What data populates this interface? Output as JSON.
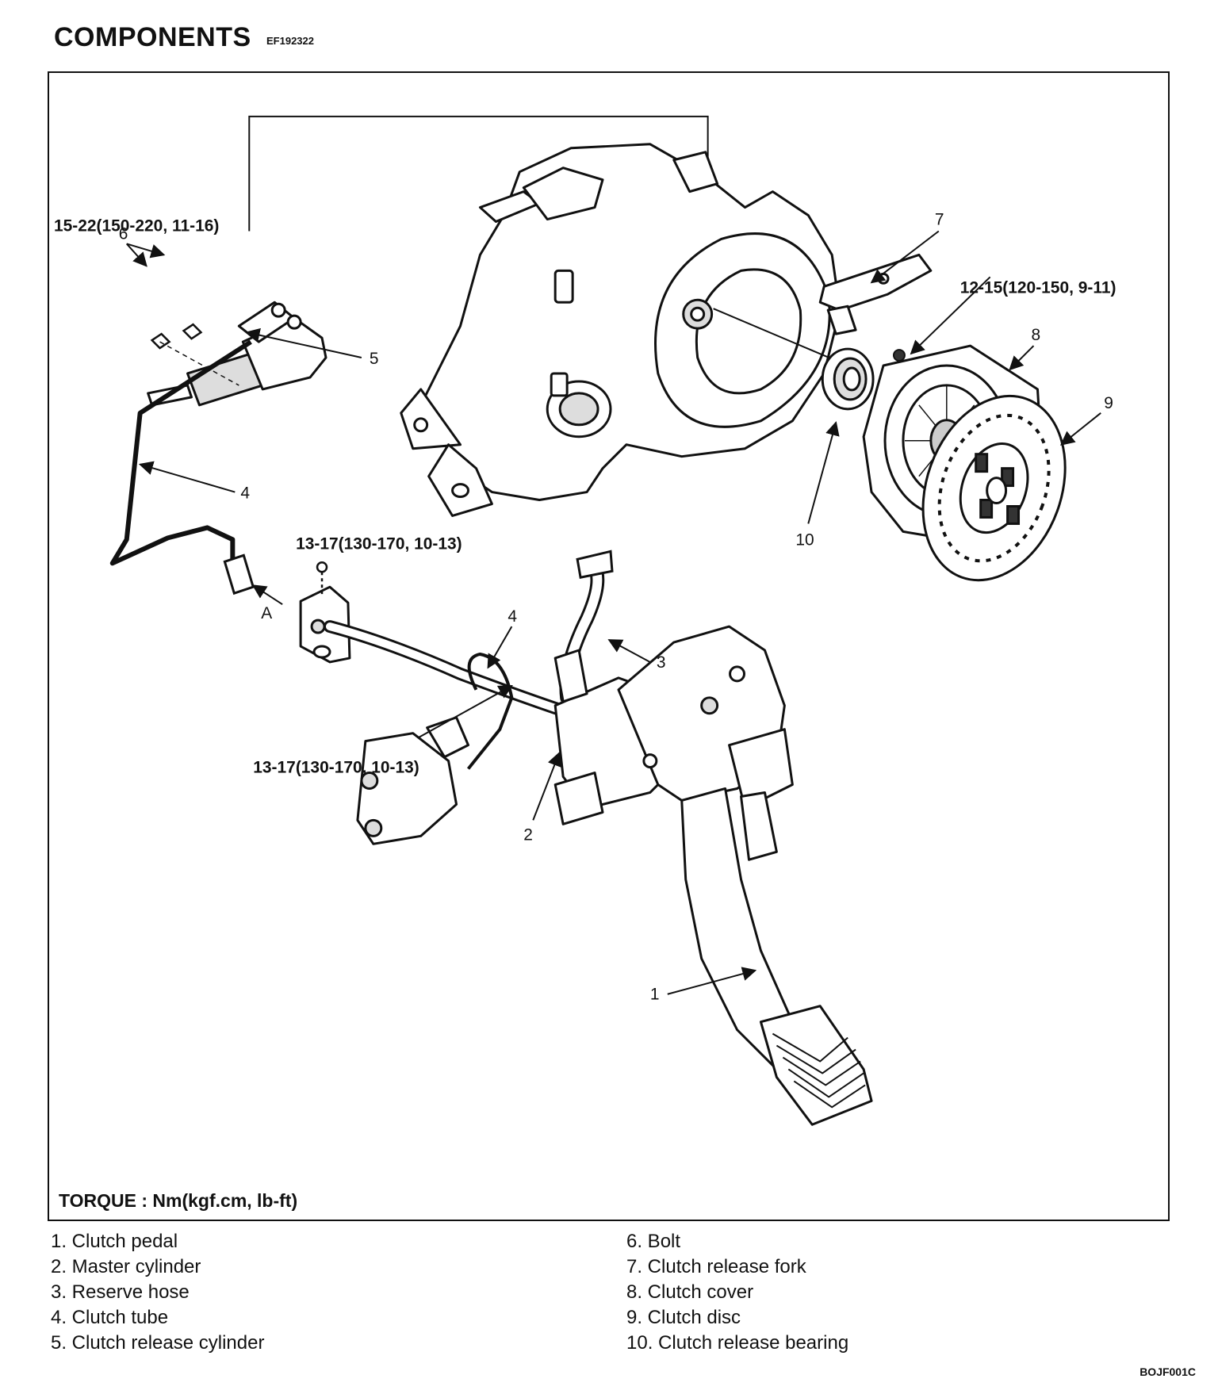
{
  "header": {
    "title": "COMPONENTS",
    "code": "EF192322"
  },
  "callouts": {
    "c1": "1",
    "c2": "2",
    "c3": "3",
    "c4a": "4",
    "c4b": "4",
    "c5": "5",
    "c6": "6",
    "c7": "7",
    "c8": "8",
    "c9": "9",
    "c10": "10",
    "cA": "A"
  },
  "torque_labels": {
    "release_cylinder_bolt": "15-22(150-220, 11-16)",
    "release_fork_bolt": "12-15(120-150, 9-11)",
    "bracket_bolt": "13-17(130-170, 10-13)",
    "master_cylinder_bolt": "13-17(130-170, 10-13)"
  },
  "torque_note": "TORQUE : Nm(kgf.cm, lb-ft)",
  "legend": {
    "left": [
      "1. Clutch pedal",
      "2.  Master cylinder",
      "3.  Reserve hose",
      "4.  Clutch tube",
      "5.  Clutch release cylinder"
    ],
    "right": [
      "6.  Bolt",
      "7.  Clutch release fork",
      "8.  Clutch cover",
      "9.  Clutch disc",
      "10.  Clutch release bearing"
    ]
  },
  "footer": {
    "ref": "BOJF001C"
  }
}
